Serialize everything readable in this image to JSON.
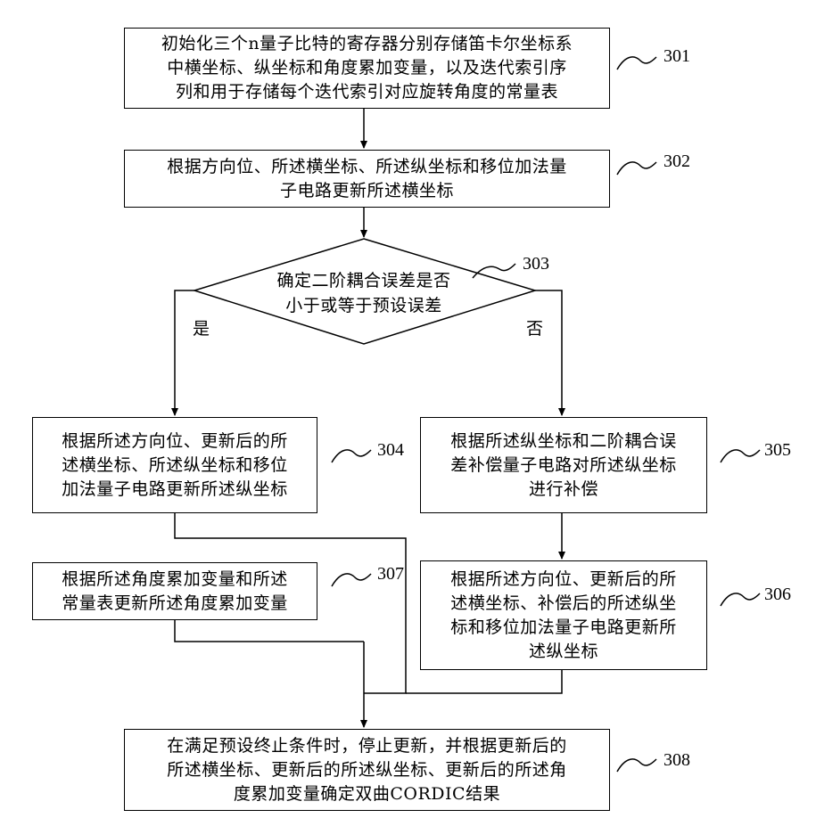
{
  "steps": {
    "s301": {
      "id": "301",
      "text": "初始化三个n量子比特的寄存器分别存储笛卡尔坐标系\n中横坐标、纵坐标和角度累加变量，以及迭代索引序\n列和用于存储每个迭代索引对应旋转角度的常量表"
    },
    "s302": {
      "id": "302",
      "text": "根据方向位、所述横坐标、所述纵坐标和移位加法量\n子电路更新所述横坐标"
    },
    "s303": {
      "id": "303",
      "text": "确定二阶耦合误差是否\n小于或等于预设误差"
    },
    "s304": {
      "id": "304",
      "text": "根据所述方向位、更新后的所\n述横坐标、所述纵坐标和移位\n加法量子电路更新所述纵坐标"
    },
    "s305": {
      "id": "305",
      "text": "根据所述纵坐标和二阶耦合误\n差补偿量子电路对所述纵坐标\n进行补偿"
    },
    "s306": {
      "id": "306",
      "text": "根据所述方向位、更新后的所\n述横坐标、补偿后的所述纵坐\n标和移位加法量子电路更新所\n述纵坐标"
    },
    "s307": {
      "id": "307",
      "text": "根据所述角度累加变量和所述\n常量表更新所述角度累加变量"
    },
    "s308": {
      "id": "308",
      "text": "在满足预设终止条件时，停止更新，并根据更新后的\n所述横坐标、更新后的所述纵坐标、更新后的所述角\n度累加变量确定双曲CORDIC结果"
    }
  },
  "branches": {
    "yes": "是",
    "no": "否"
  }
}
